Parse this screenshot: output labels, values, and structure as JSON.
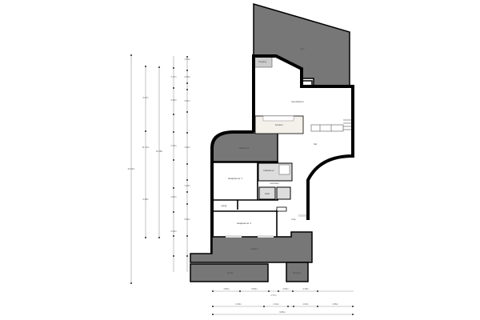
{
  "plan": {
    "rooms": {
      "tuin": "tuin",
      "berging_boven": "berging",
      "woonkamer": "woonkamer",
      "keuken": "keuken",
      "hal": "hal",
      "kamer_grijs": "dakterras",
      "slaapkamer1": "slaapkamer 1",
      "badkamer": "badkamer",
      "toilet": "toilet",
      "overloop": "overloop",
      "slaapkamer2": "slaapkamer 2",
      "gang": "gang",
      "trap": "trap",
      "balkon": "balkon",
      "terras": "terras",
      "berging_onder": "berging"
    },
    "dimensions_vertical": [
      "22.26m",
      "6.47m",
      "6.48m",
      "11.74m",
      "10.58m",
      "4.77m",
      "3.15m",
      "4.73m",
      "1.06m",
      "3.33m",
      "1.60m",
      "2.08m",
      "4.51m",
      "1.06m",
      "1.40m",
      "0.80m"
    ],
    "dimensions_horizontal": [
      "4.66m",
      "5.66m",
      "1.77m",
      "2.50m",
      "4.18m",
      "2.40m",
      "2.14m",
      "1.03m",
      "4.36m",
      "9.80m"
    ]
  }
}
